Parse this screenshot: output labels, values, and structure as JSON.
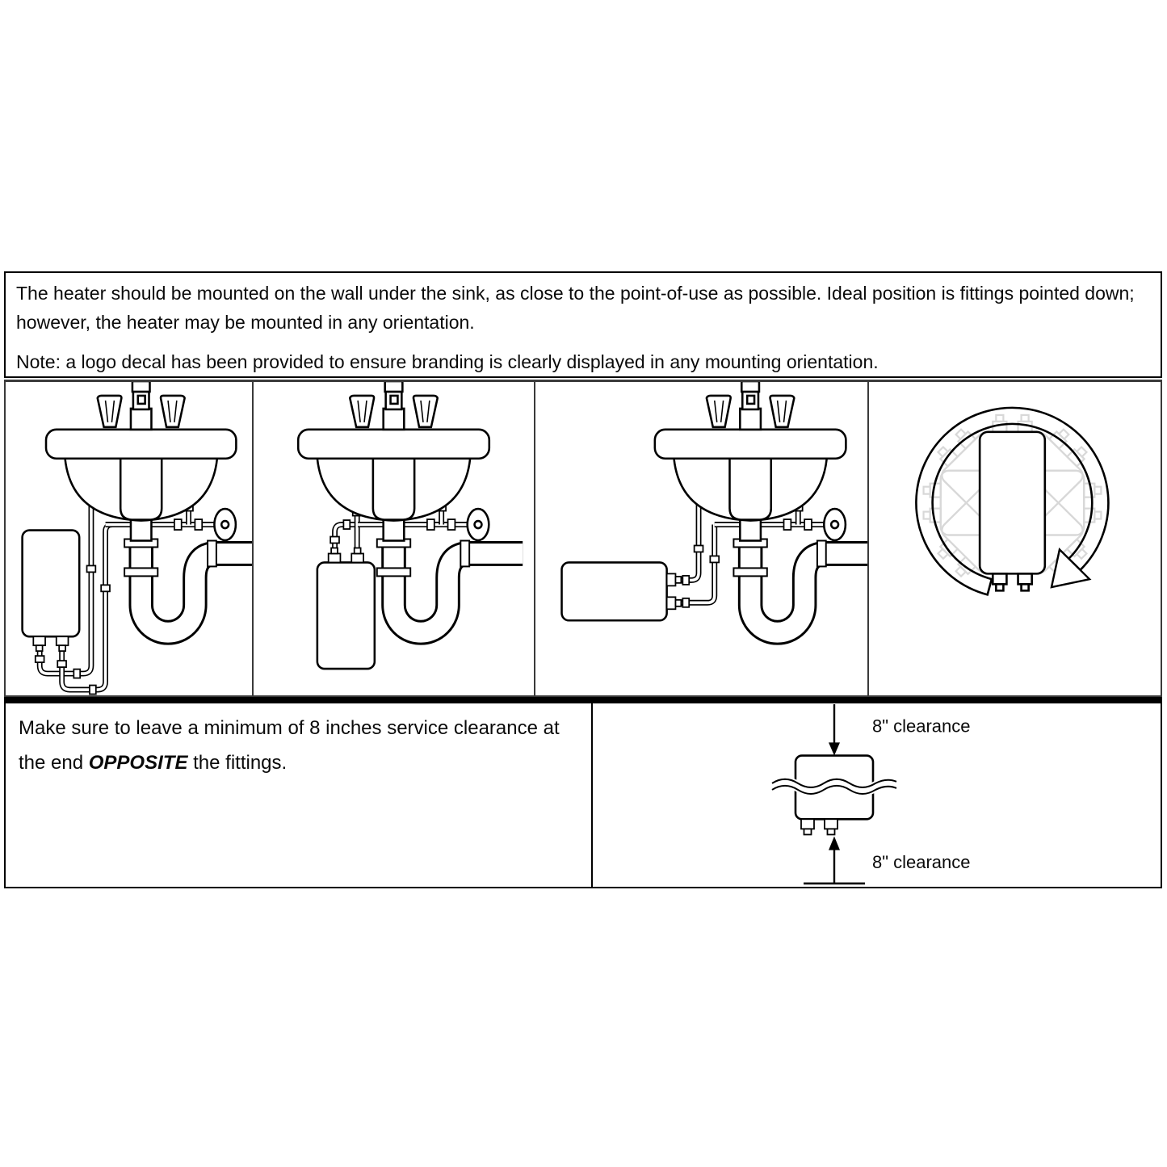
{
  "intro": {
    "paragraph": "The heater should be mounted on the wall under the sink, as close to the point-of-use as possible. Ideal position is fittings pointed down; however, the heater may be mounted in any orientation.",
    "note": "Note: a logo decal has been provided to ensure branding is clearly displayed in any mounting orientation."
  },
  "clearance": {
    "instruction_start": "Make sure to leave a minimum of 8 inches service clearance at the end ",
    "instruction_emphasis": "OPPOSITE",
    "instruction_end": " the fittings.",
    "top_label": "8\" clearance",
    "bottom_label": "8\" clearance"
  },
  "figures": {
    "panel1_icon": "heater-beside-sink-fittings-down-diagram",
    "panel2_icon": "heater-under-sink-fittings-up-diagram",
    "panel3_icon": "heater-horizontal-fittings-side-diagram",
    "panel4_icon": "heater-rotation-any-orientation-diagram",
    "clearance_icon": "heater-service-clearance-diagram"
  },
  "colors": {
    "ink": "#000000",
    "paper": "#ffffff",
    "ghost_outline": "#d8d8d8",
    "panel_border": "#3a3a3a"
  }
}
